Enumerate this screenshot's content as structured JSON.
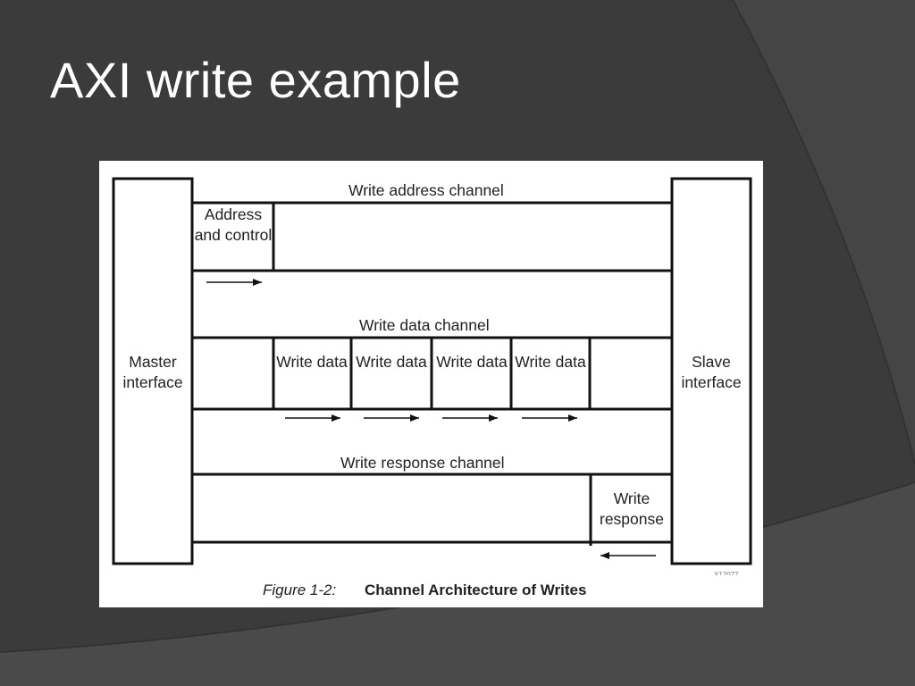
{
  "slide": {
    "title": "AXI write example"
  },
  "diagram": {
    "master_label": "Master interface",
    "slave_label": "Slave interface",
    "write_address_channel": {
      "label": "Write address channel",
      "box": "Address and control"
    },
    "write_data_channel": {
      "label": "Write data channel",
      "boxes": [
        "Write data",
        "Write data",
        "Write data",
        "Write data"
      ]
    },
    "write_response_channel": {
      "label": "Write response channel",
      "box": "Write response"
    },
    "caption": {
      "figure": "Figure 1-2:",
      "title": "Channel Architecture of Writes"
    },
    "figure_id": "X12077"
  }
}
